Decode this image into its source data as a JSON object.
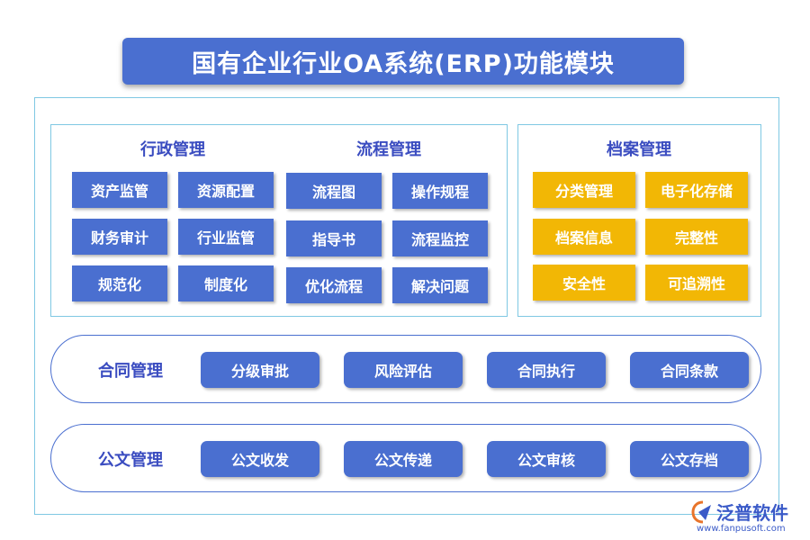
{
  "title": "国有企业行业OA系统(ERP)功能模块",
  "admin": {
    "title": "行政管理",
    "items": [
      "资产监管",
      "资源配置",
      "财务审计",
      "行业监管",
      "规范化",
      "制度化"
    ]
  },
  "process": {
    "title": "流程管理",
    "items": [
      "流程图",
      "操作规程",
      "指导书",
      "流程监控",
      "优化流程",
      "解决问题"
    ]
  },
  "archive": {
    "title": "档案管理",
    "items": [
      "分类管理",
      "电子化存储",
      "档案信息",
      "完整性",
      "安全性",
      "可追溯性"
    ]
  },
  "contract": {
    "title": "合同管理",
    "items": [
      "分级审批",
      "风险评估",
      "合同执行",
      "合同条款"
    ]
  },
  "document": {
    "title": "公文管理",
    "items": [
      "公文收发",
      "公文传递",
      "公文审核",
      "公文存档"
    ]
  },
  "logo": {
    "name": "泛普软件",
    "url": "www.fanpusoft.com"
  },
  "colors": {
    "primary": "#4a6fd0",
    "accent": "#f2b705",
    "heading": "#3a4cc0",
    "frame": "#7fc8e3"
  }
}
